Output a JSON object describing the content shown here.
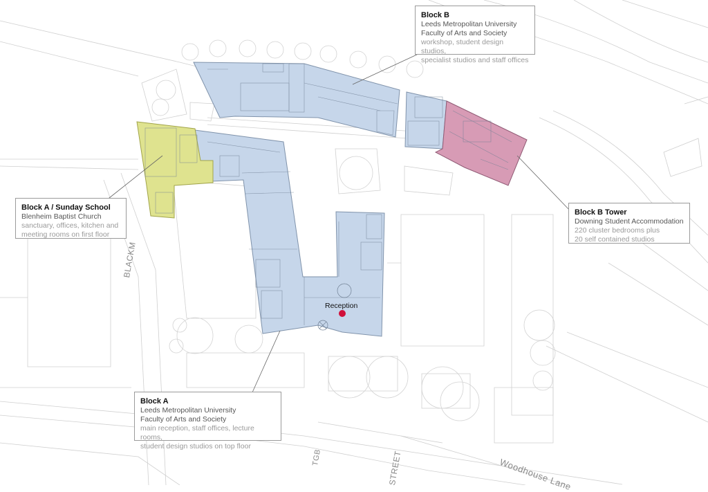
{
  "colors": {
    "block_a_fill": "#c6d6ea",
    "sunday_school_fill": "#dfe38f",
    "tower_fill": "#d79bb5",
    "reception_dot": "#d0103a",
    "line": "#b5b5b5"
  },
  "labels": {
    "block_b": {
      "title": "Block B",
      "line1": "Leeds Metropolitan University",
      "line2": "Faculty of Arts and Society",
      "desc1": "workshop, student design studios,",
      "desc2": "specialist studios and staff offices"
    },
    "sunday_school": {
      "title": "Block A / Sunday School",
      "line1": "Blenheim Baptist Church",
      "desc1": "sanctuary, offices, kitchen and",
      "desc2": "meeting rooms on first floor"
    },
    "tower": {
      "title": "Block B Tower",
      "line1": "Downing Student Accommodation",
      "desc1": "220 cluster bedrooms plus",
      "desc2": "20 self contained studios"
    },
    "block_a": {
      "title": "Block A",
      "line1": "Leeds Metropolitan University",
      "line2": "Faculty of Arts and Society",
      "desc1": "main reception, staff offices, lecture rooms,",
      "desc2": "student design studios on top floor"
    },
    "reception": "Reception"
  },
  "streets": {
    "woodhouse": "Woodhouse Lane",
    "blackman": "BLACKM",
    "street": "STREET",
    "tgb": "TGB"
  }
}
